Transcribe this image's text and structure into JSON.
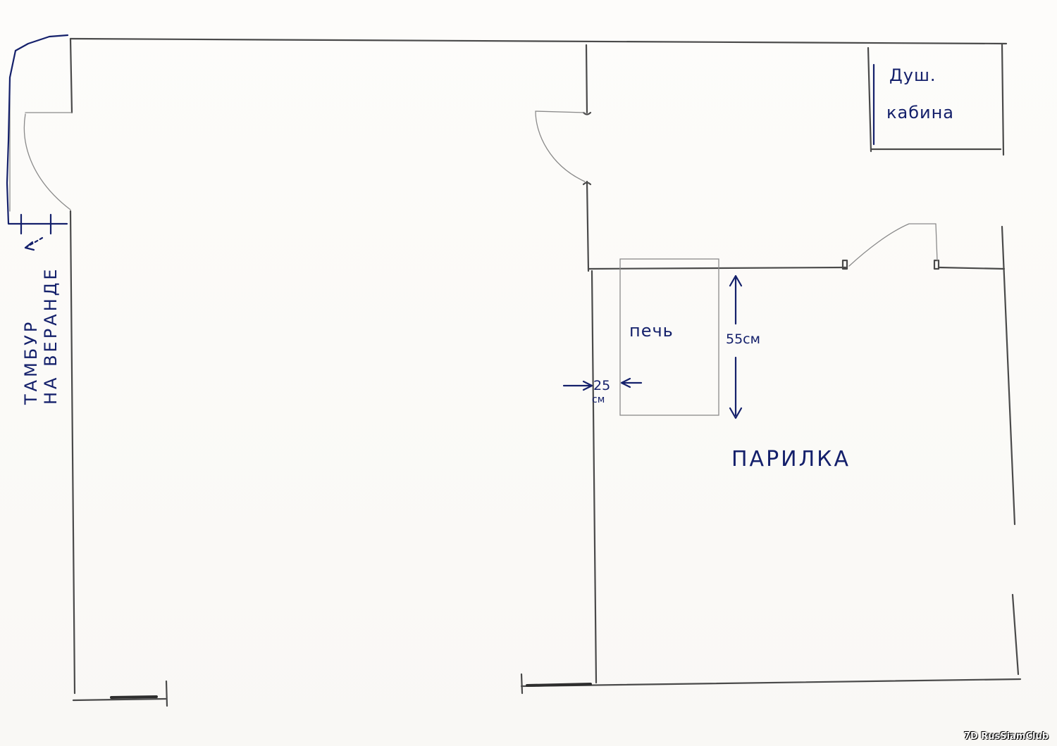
{
  "labels": {
    "shower": [
      "Душ.",
      "кабина"
    ],
    "stove": "печь",
    "steam_room": "ПАРИЛКА",
    "height_dim": "55см",
    "side_dim_value": "25",
    "side_dim_unit": "см",
    "vestibule": [
      "ТАМБУР",
      "НА ВЕРАНДЕ"
    ]
  },
  "colors": {
    "pencil": "#4a4a4a",
    "ink": "#14206b",
    "paper": "#fdfcfa"
  },
  "watermark": "7D RusSiamClub"
}
